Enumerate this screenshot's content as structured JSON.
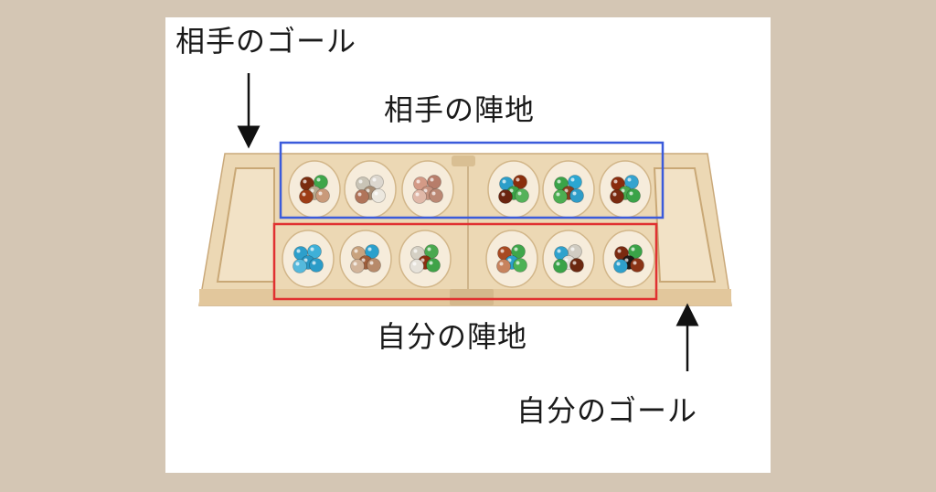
{
  "labels": {
    "opponent_goal": "相手のゴール",
    "opponent_side": "相手の陣地",
    "my_side": "自分の陣地",
    "my_goal": "自分のゴール"
  },
  "colors": {
    "background": "#d4c6b4",
    "card": "#ffffff",
    "opponent_box": "#3b5bdb",
    "my_box": "#e03131",
    "wood": "#ecd8b4",
    "wood_dark": "#d9bf93",
    "pit": "#f6ecdb"
  },
  "board": {
    "top_row": [
      [
        "#7a2c0f",
        "#3fa64a",
        "#b8a98e",
        "#9d3d16",
        "#c99a7a"
      ],
      [
        "#c9c4b6",
        "#dcd7cf",
        "#a88d74",
        "#b0745a",
        "#ece8df"
      ],
      [
        "#d49a86",
        "#b77d6a",
        "#c5927f",
        "#e0b8a8",
        "#bb8874"
      ],
      [
        "#2b9ec9",
        "#8a2e0c",
        "#3aa348",
        "#6a2410",
        "#54b25a"
      ],
      [
        "#3aa348",
        "#2ba7d2",
        "#8a3d1e",
        "#4cae52",
        "#2f9dc8"
      ],
      [
        "#8a2c0e",
        "#35a3cf",
        "#4aa84f",
        "#7a2a10",
        "#3aa348"
      ]
    ],
    "bottom_row": [
      [
        "#2d9fcb",
        "#3fb0d8",
        "#2a97c3",
        "#55b9dc",
        "#2b9cc8"
      ],
      [
        "#c8a27e",
        "#2ba0cc",
        "#9e5d3a",
        "#d2b49a",
        "#b78a6a"
      ],
      [
        "#d5d0c4",
        "#4aa84f",
        "#8a2e10",
        "#e6e2da",
        "#3fa348"
      ],
      [
        "#a84a22",
        "#3fa64a",
        "#2aa0cb",
        "#c7835e",
        "#4db255"
      ],
      [
        "#2fa2cd",
        "#d0ccc2",
        "#e4e0d8",
        "#3aa348",
        "#6b2810"
      ],
      [
        "#7a2a10",
        "#3aa348",
        "#1f1a18",
        "#2ea0cb",
        "#8a3416"
      ]
    ]
  }
}
